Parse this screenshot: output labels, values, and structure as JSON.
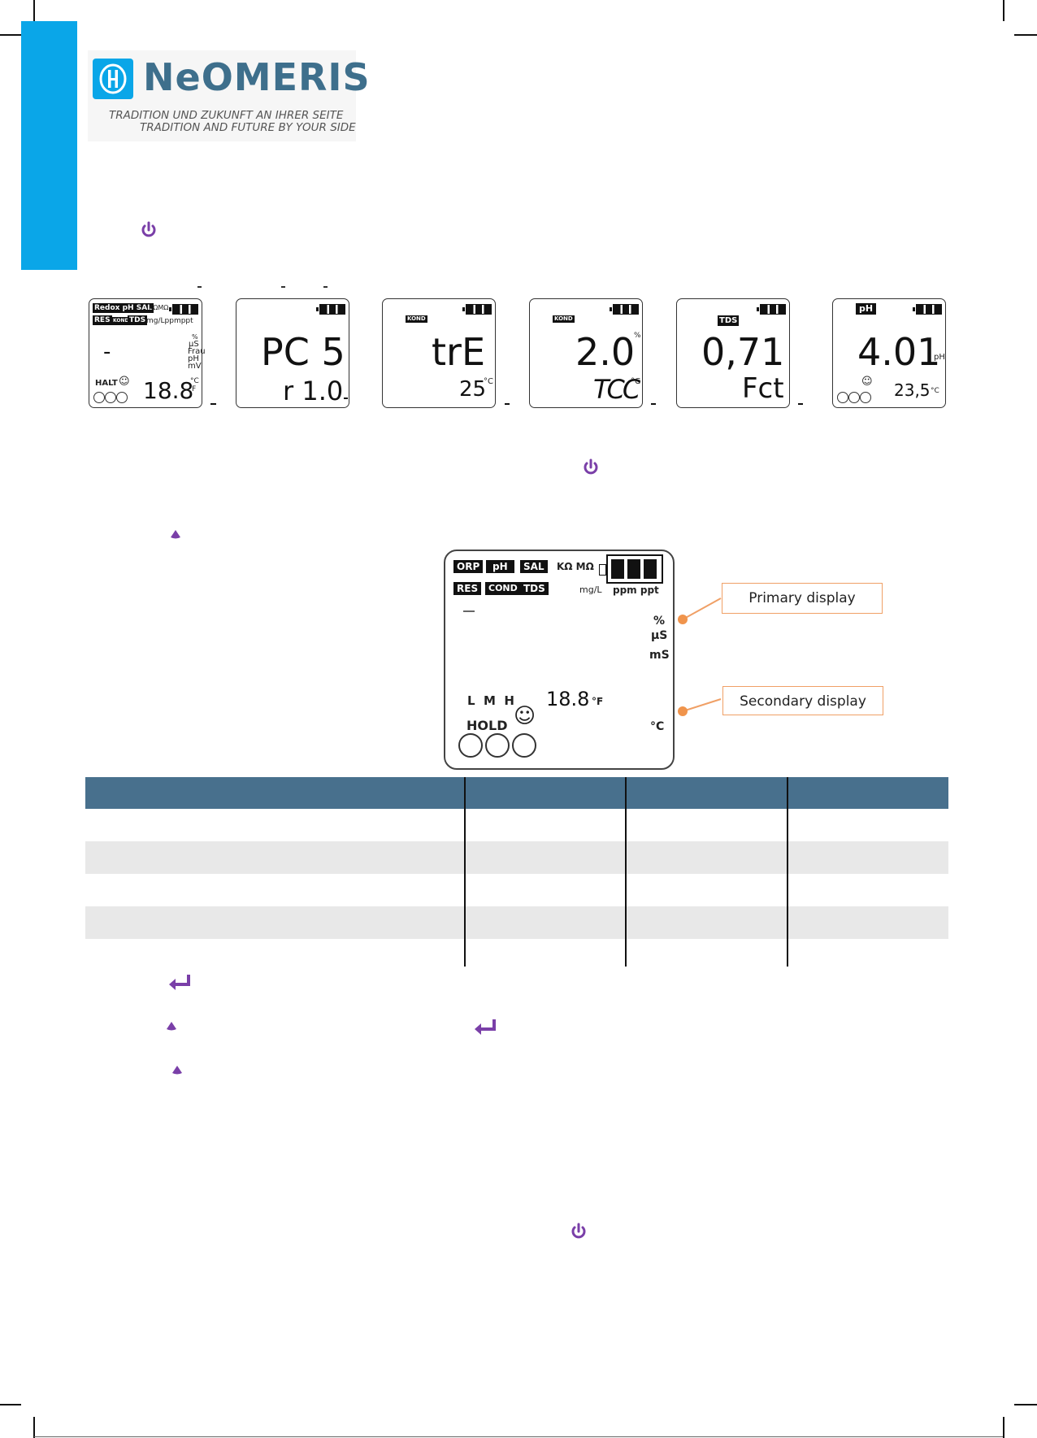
{
  "brand": {
    "name": "NeOMERIS",
    "tagline_de": "TRADITION UND ZUKUNFT AN IHRER SEITE",
    "tagline_en": "TRADITION AND FUTURE BY YOUR SIDE"
  },
  "icons": {
    "power": "power-icon",
    "up": "up-triangle-icon",
    "enter": "enter-icon",
    "power_glyph": "⏻",
    "up_glyph": "▲",
    "enter_glyph": "↵"
  },
  "colors": {
    "accent": "#0aa6e8",
    "brand_text": "#3e6f8c",
    "icon": "#7a3fa8",
    "table_header": "#48708d",
    "callout": "#f0a066"
  },
  "screens": [
    {
      "tags_top": "Redox pH SAL",
      "tags_top2": "KΩMΩ",
      "tags_bottom": "RES",
      "tags_kond": "KOND",
      "tags_tds": "TDS",
      "units": "mg/Lppmppt",
      "main": "-",
      "units_side": [
        "%",
        "µS",
        "Frau",
        "pH",
        "mV"
      ],
      "hold": "HALT",
      "temp": "18.8",
      "temp_units": [
        "°C",
        "F"
      ]
    },
    {
      "main": "PC 5",
      "sub": "r 1.0"
    },
    {
      "tag": "KOND",
      "main": "trE",
      "sub": "25",
      "sub_unit": "°C"
    },
    {
      "tag": "KOND",
      "main": "2.0",
      "unit": "%",
      "sub": "TCC",
      "sub_unit": "°C"
    },
    {
      "tag": "TDS",
      "main": "0,71",
      "sub": "Fct"
    },
    {
      "tag": "pH",
      "main": "4.01",
      "unit": "pH",
      "sub": "23,5",
      "sub_unit": "°C"
    }
  ],
  "diagram": {
    "tags_row1": [
      "ORP",
      "pH",
      "SAL"
    ],
    "units_row1": "KΩ MΩ",
    "tags_row2": [
      "RES",
      "COND",
      "TDS"
    ],
    "units_row2": "mg/L",
    "units_row2b": "ppm ppt",
    "side_units": [
      "%",
      "µS",
      "mS"
    ],
    "lmh": "L  M  H",
    "temp": "18.8",
    "temp_unit": "°F",
    "hold": "HOLD",
    "celsius": "°C",
    "primary_label": "Primary display",
    "secondary_label": "Secondary display"
  }
}
